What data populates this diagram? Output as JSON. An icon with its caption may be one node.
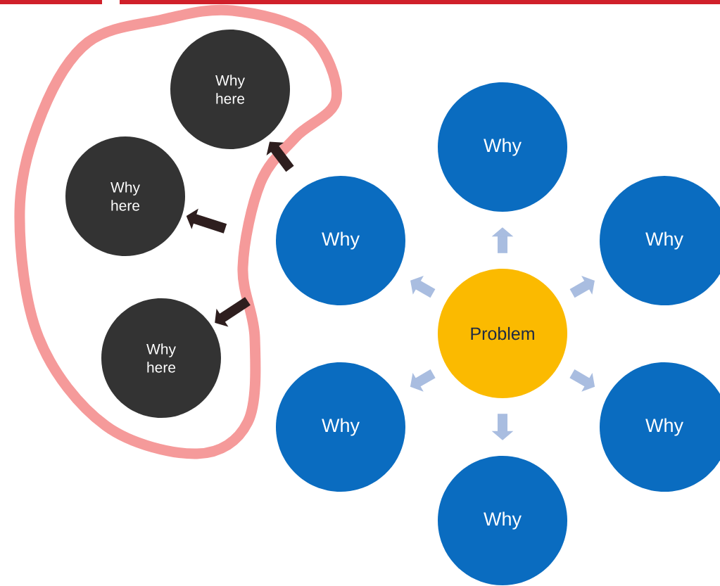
{
  "diagram": {
    "nodes": [
      {
        "text": [
          "Why here"
        ]
      },
      {
        "text": [
          "Why here"
        ]
      },
      {
        "text": [
          "Why here"
        ]
      },
      {
        "text": [
          "Why"
        ]
      },
      {
        "text": [
          "Why"
        ]
      },
      {
        "text": [
          "Why"
        ]
      },
      {
        "text": [
          "Problem"
        ]
      },
      {
        "text": [
          "Why"
        ]
      },
      {
        "text": [
          "Why"
        ]
      },
      {
        "text": [
          "Why"
        ]
      }
    ],
    "edges": [
      {
        "from": 6,
        "to": 3,
        "arrow": "to"
      },
      {
        "from": 6,
        "to": 5,
        "arrow": "to"
      },
      {
        "from": 6,
        "to": 8,
        "arrow": "to"
      },
      {
        "from": 6,
        "to": 9,
        "arrow": "to"
      },
      {
        "from": 6,
        "to": 7,
        "arrow": "to"
      },
      {
        "from": 6,
        "to": 4,
        "arrow": "to"
      },
      {
        "from": null,
        "to": 0,
        "arrow": "to",
        "color": "#2e1e1e"
      },
      {
        "from": null,
        "to": 1,
        "arrow": "to",
        "color": "#2e1e1e"
      },
      {
        "from": null,
        "to": 2,
        "arrow": "to",
        "color": "#2e1e1e"
      }
    ]
  }
}
